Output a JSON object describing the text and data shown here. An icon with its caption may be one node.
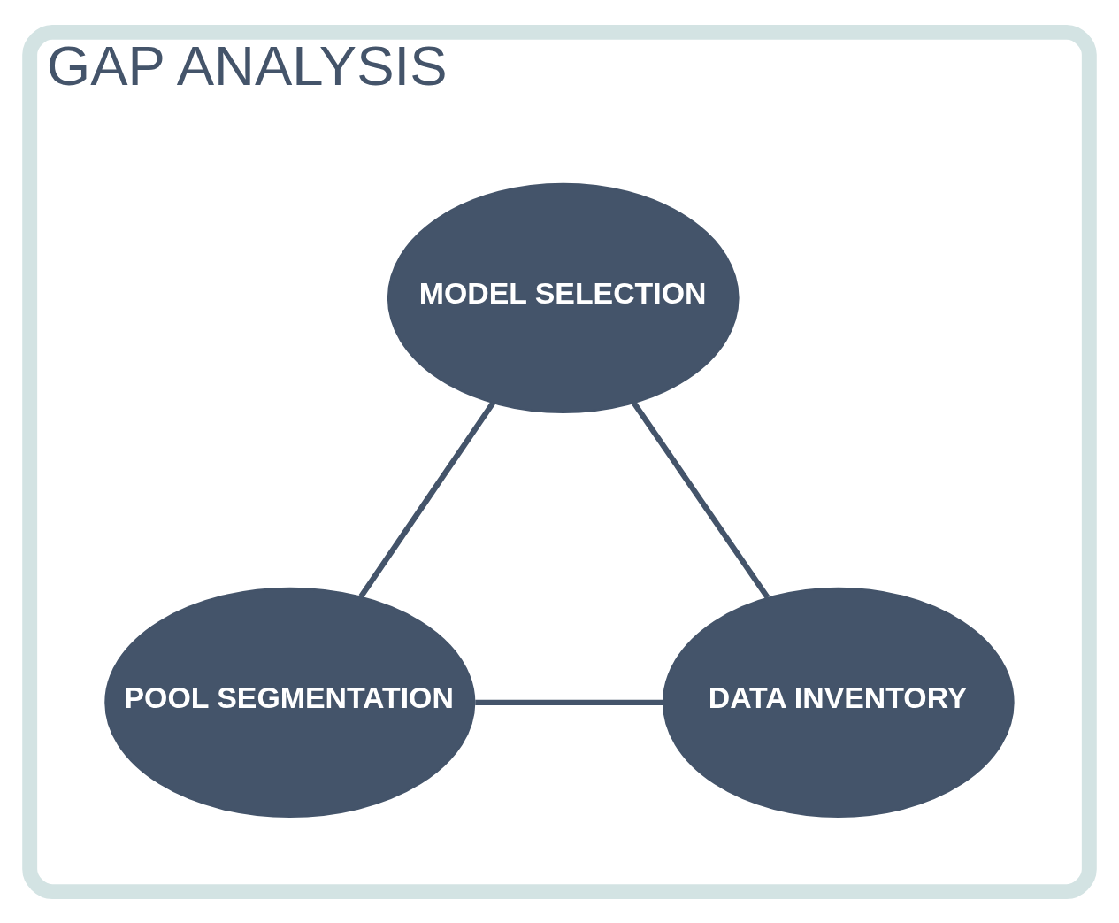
{
  "diagram": {
    "nodes": [
      {
        "text": [
          "GAP ANALYSIS"
        ]
      },
      {
        "text": [
          "MODEL SELECTION"
        ],
        "in": 0
      },
      {
        "text": [
          "POOL SEGMENTATION"
        ],
        "in": 0
      },
      {
        "text": [
          "DATA INVENTORY"
        ],
        "in": 0
      }
    ],
    "edges": [
      {
        "from": 1,
        "to": 2,
        "arrow": "none"
      },
      {
        "from": 1,
        "to": 3,
        "arrow": "none"
      },
      {
        "from": 2,
        "to": 3,
        "arrow": "none"
      }
    ]
  }
}
